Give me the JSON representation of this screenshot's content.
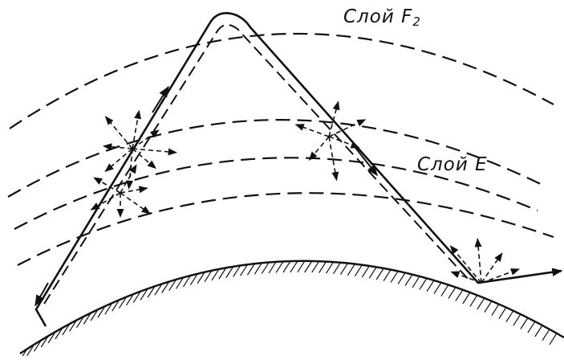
{
  "labels": {
    "layer_f2": "Слой F",
    "layer_f2_sub": "2",
    "layer_e": "Слой E"
  },
  "colors": {
    "ink": "#111111",
    "background": "#ffffff"
  }
}
